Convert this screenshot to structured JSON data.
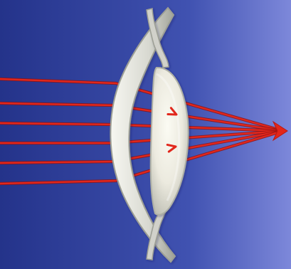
{
  "scene": {
    "ray_count": 6,
    "colors": {
      "background_left": "#24338a",
      "background_right": "#7a86d8",
      "ray": "#e1271c",
      "ray_dark": "#8f1010",
      "cornea_fill": "#d8d8d0",
      "cornea_stroke": "#a8a9a0",
      "lens_fill": "#f0efe6",
      "lens_shadow": "#bcbcb1"
    },
    "icons": {
      "cornea": "cornea-shape",
      "lens": "crystalline-lens-shape",
      "focus": "focus-point-icon"
    }
  }
}
